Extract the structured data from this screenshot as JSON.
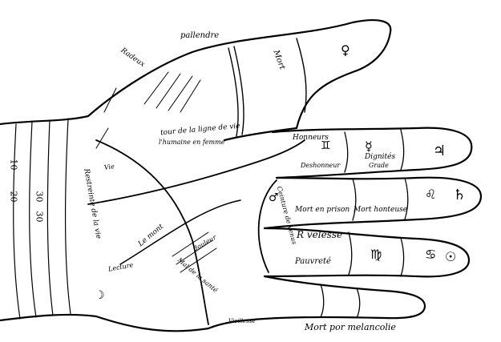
{
  "labels": {
    "pallendre": "pallendre",
    "radeux": "Radeux",
    "mort_thumb": "Mort",
    "tour_ligne": "tour de la ligne de vie",
    "humaine": "l'humaine en femme",
    "vie": "Vie",
    "honneurs": "Honneurs",
    "dignites": "Dignités",
    "grade": "Grade",
    "deshonneur": "Deshonneur",
    "mort_prison": "Mort en prison",
    "mort_honteuse": "Mort honteuse",
    "richesse": "R velesse",
    "pauvrete": "Pauvreté",
    "mort_melancolie": "Mort por melancolie",
    "ceinture_venus": "Ceinture de Venus",
    "le_mont": "Le mont",
    "mal_sante": "Mal de la santé",
    "douleur": "douleur",
    "vieillesse": "Vieillesse",
    "restreinte": "Restreinte de la vie",
    "lecture": "Lecture"
  },
  "ages": [
    "10",
    "20",
    "30",
    "30"
  ],
  "symbols": {
    "jupiter": "♃",
    "venus": "♀",
    "saturn": "♄",
    "mars": "♂",
    "sun": "☉",
    "mercury": "☿",
    "moon": "☽",
    "gemini": "♊",
    "leo": "♌",
    "virgo": "♍",
    "cancer": "♋"
  }
}
